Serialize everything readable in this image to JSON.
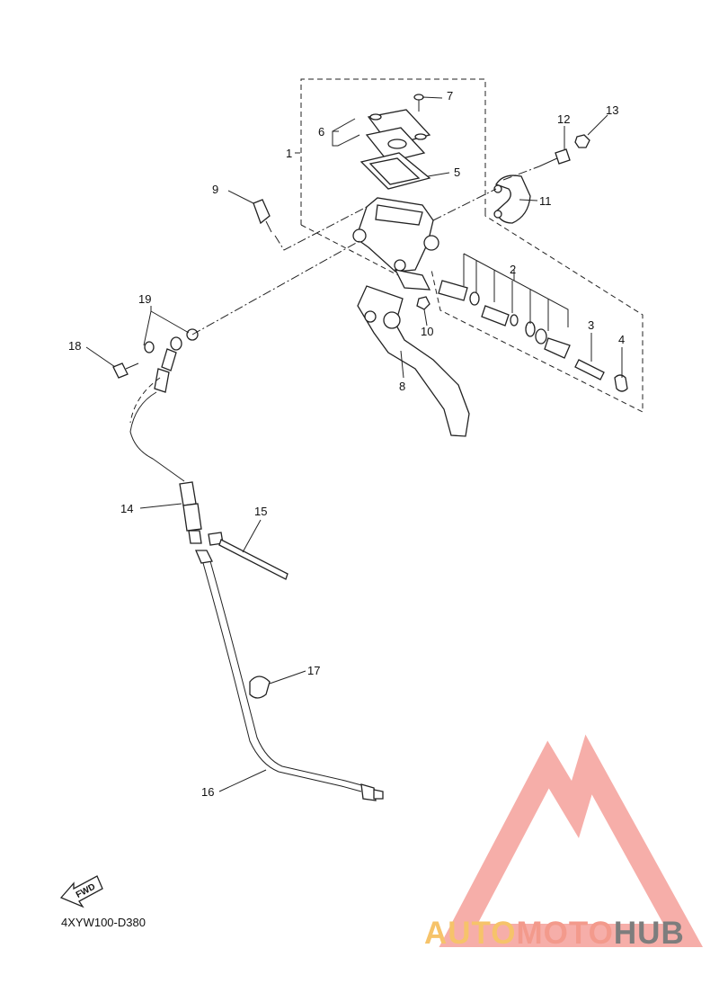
{
  "diagram": {
    "callouts": [
      "1",
      "2",
      "3",
      "4",
      "5",
      "6",
      "7",
      "8",
      "9",
      "10",
      "11",
      "12",
      "13",
      "14",
      "15",
      "16",
      "17",
      "18",
      "19"
    ],
    "fwd_label": "FWD",
    "figure_code": "4XYW100-D380"
  },
  "watermark": {
    "part1": "AUTO",
    "part2": "MOTO",
    "part3": "HUB",
    "colors": {
      "auto": "#f6c36a",
      "moto": "#f39a8c",
      "hub": "#7d7d7d",
      "logo": "#f4a09a"
    }
  }
}
